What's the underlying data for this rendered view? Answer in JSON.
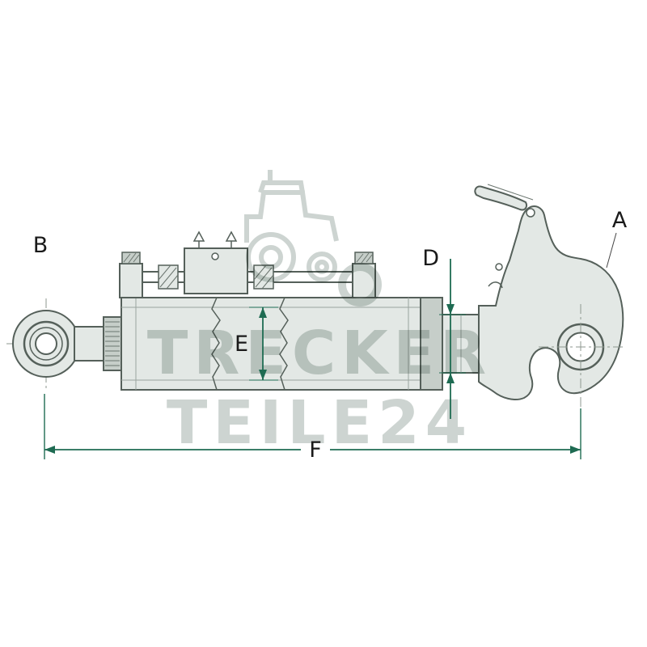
{
  "drawing": {
    "labels": {
      "a": "A",
      "b": "B",
      "d": "D",
      "e": "E",
      "f": "F"
    },
    "watermark": {
      "line1": "TRECKER",
      "line2": "TEILE24"
    },
    "colors": {
      "dimension_line": "#1e6b52",
      "part_outline": "#55605a",
      "part_fill": "#e3e8e5",
      "part_fill_dark": "#c6cec9",
      "watermark_gray": "#cdd4d1",
      "label_text": "#1a1a1a",
      "background": "#ffffff"
    }
  }
}
